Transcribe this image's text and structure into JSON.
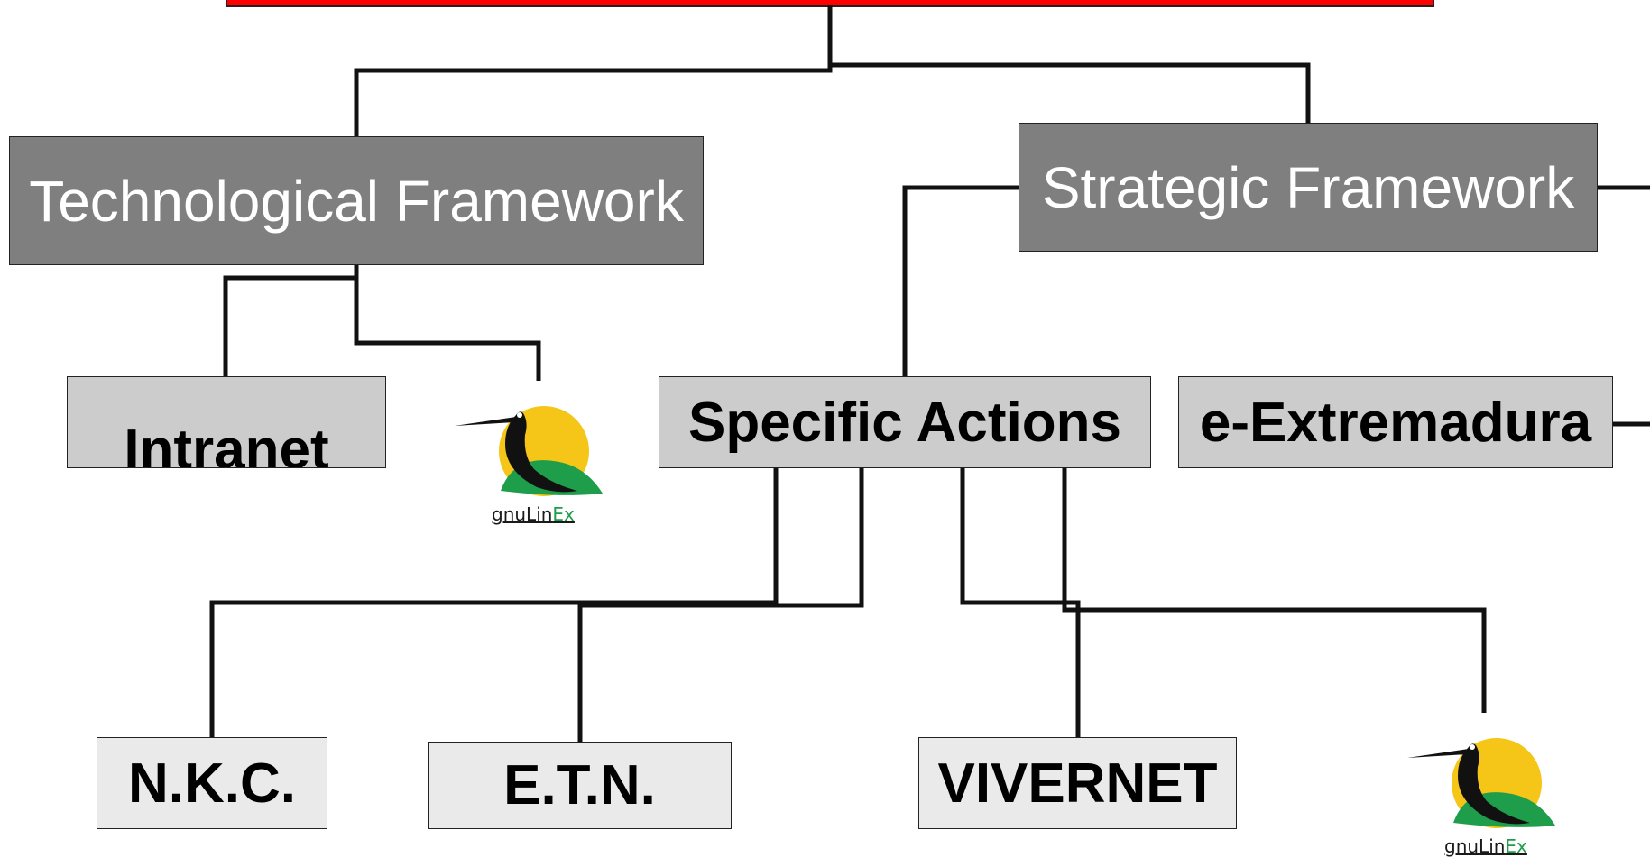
{
  "diagram": {
    "nodes": {
      "technological_framework": "Technological Framework",
      "strategic_framework": "Strategic Framework",
      "intranet": "Intranet",
      "specific_actions": "Specific Actions",
      "e_extremadura": "e-Extremadura",
      "nkc": "N.K.C.",
      "etn": "E.T.N.",
      "vivernet": "VIVERNET"
    },
    "logos": [
      {
        "name": "gnulinex-logo",
        "text_main": "gnuLin",
        "text_accent": "Ex"
      },
      {
        "name": "gnulinex-logo",
        "text_main": "gnuLin",
        "text_accent": "Ex"
      }
    ],
    "colors": {
      "top_bar": "#ff0000",
      "dark_box": "#7f7f7f",
      "mid_box": "#cccccc",
      "light_box": "#eaeaea",
      "logo_yellow": "#f5c518",
      "logo_green": "#1e9d4a"
    }
  }
}
